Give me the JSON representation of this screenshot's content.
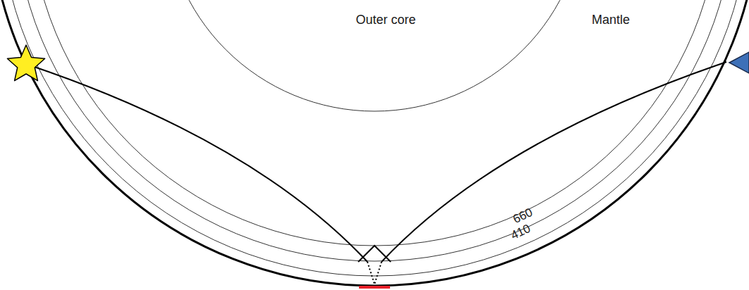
{
  "diagram": {
    "labels": [
      "Outer core",
      "Mantle",
      "660",
      "410"
    ]
  }
}
